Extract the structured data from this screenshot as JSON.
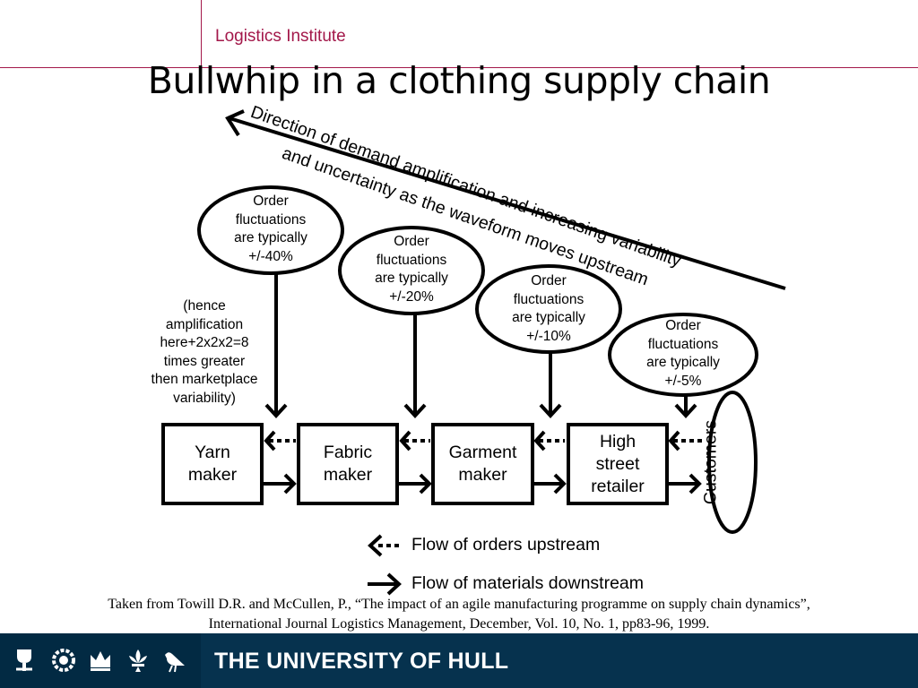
{
  "header": {
    "institute": "Logistics Institute",
    "title": "Bullwhip in a clothing supply chain",
    "accent_color": "#a3184a"
  },
  "direction_label": {
    "line1": "Direction of demand amplification and increasing variability",
    "line2": "and uncertainty as the waveform moves upstream"
  },
  "ellipses": [
    {
      "lines": [
        "Order",
        "fluctuations",
        "are typically",
        "+/-40%"
      ]
    },
    {
      "lines": [
        "Order",
        "fluctuations",
        "are typically",
        "+/-20%"
      ]
    },
    {
      "lines": [
        "Order",
        "fluctuations",
        "are typically",
        "+/-10%"
      ]
    },
    {
      "lines": [
        "Order",
        "fluctuations",
        "are typically",
        "+/-5%"
      ]
    }
  ],
  "amplification_note": {
    "lines": [
      "(hence",
      "amplification",
      "here+2x2x2=8",
      "times greater",
      "then marketplace",
      "variability)"
    ]
  },
  "boxes": [
    {
      "lines": [
        "Yarn",
        "maker"
      ]
    },
    {
      "lines": [
        "Fabric",
        "maker"
      ]
    },
    {
      "lines": [
        "Garment",
        "maker"
      ]
    },
    {
      "lines": [
        "High",
        "street",
        "retailer"
      ]
    }
  ],
  "customers": "Customers",
  "legend": {
    "orders": "Flow of orders upstream",
    "materials": "Flow of materials downstream"
  },
  "citation": {
    "line1": "Taken from Towill D.R. and McCullen, P., “The impact of an agile manufacturing programme on supply chain dynamics”,",
    "line2": "International Journal Logistics Management, December, Vol. 10, No. 1, pp83-96, 1999."
  },
  "footer": {
    "university": "THE UNIVERSITY OF HULL",
    "background_color": "#06324e",
    "crest_icons": [
      "rose-icon",
      "gear-rose-icon",
      "crown-icon",
      "fleur-de-lis-icon",
      "bird-icon"
    ]
  }
}
